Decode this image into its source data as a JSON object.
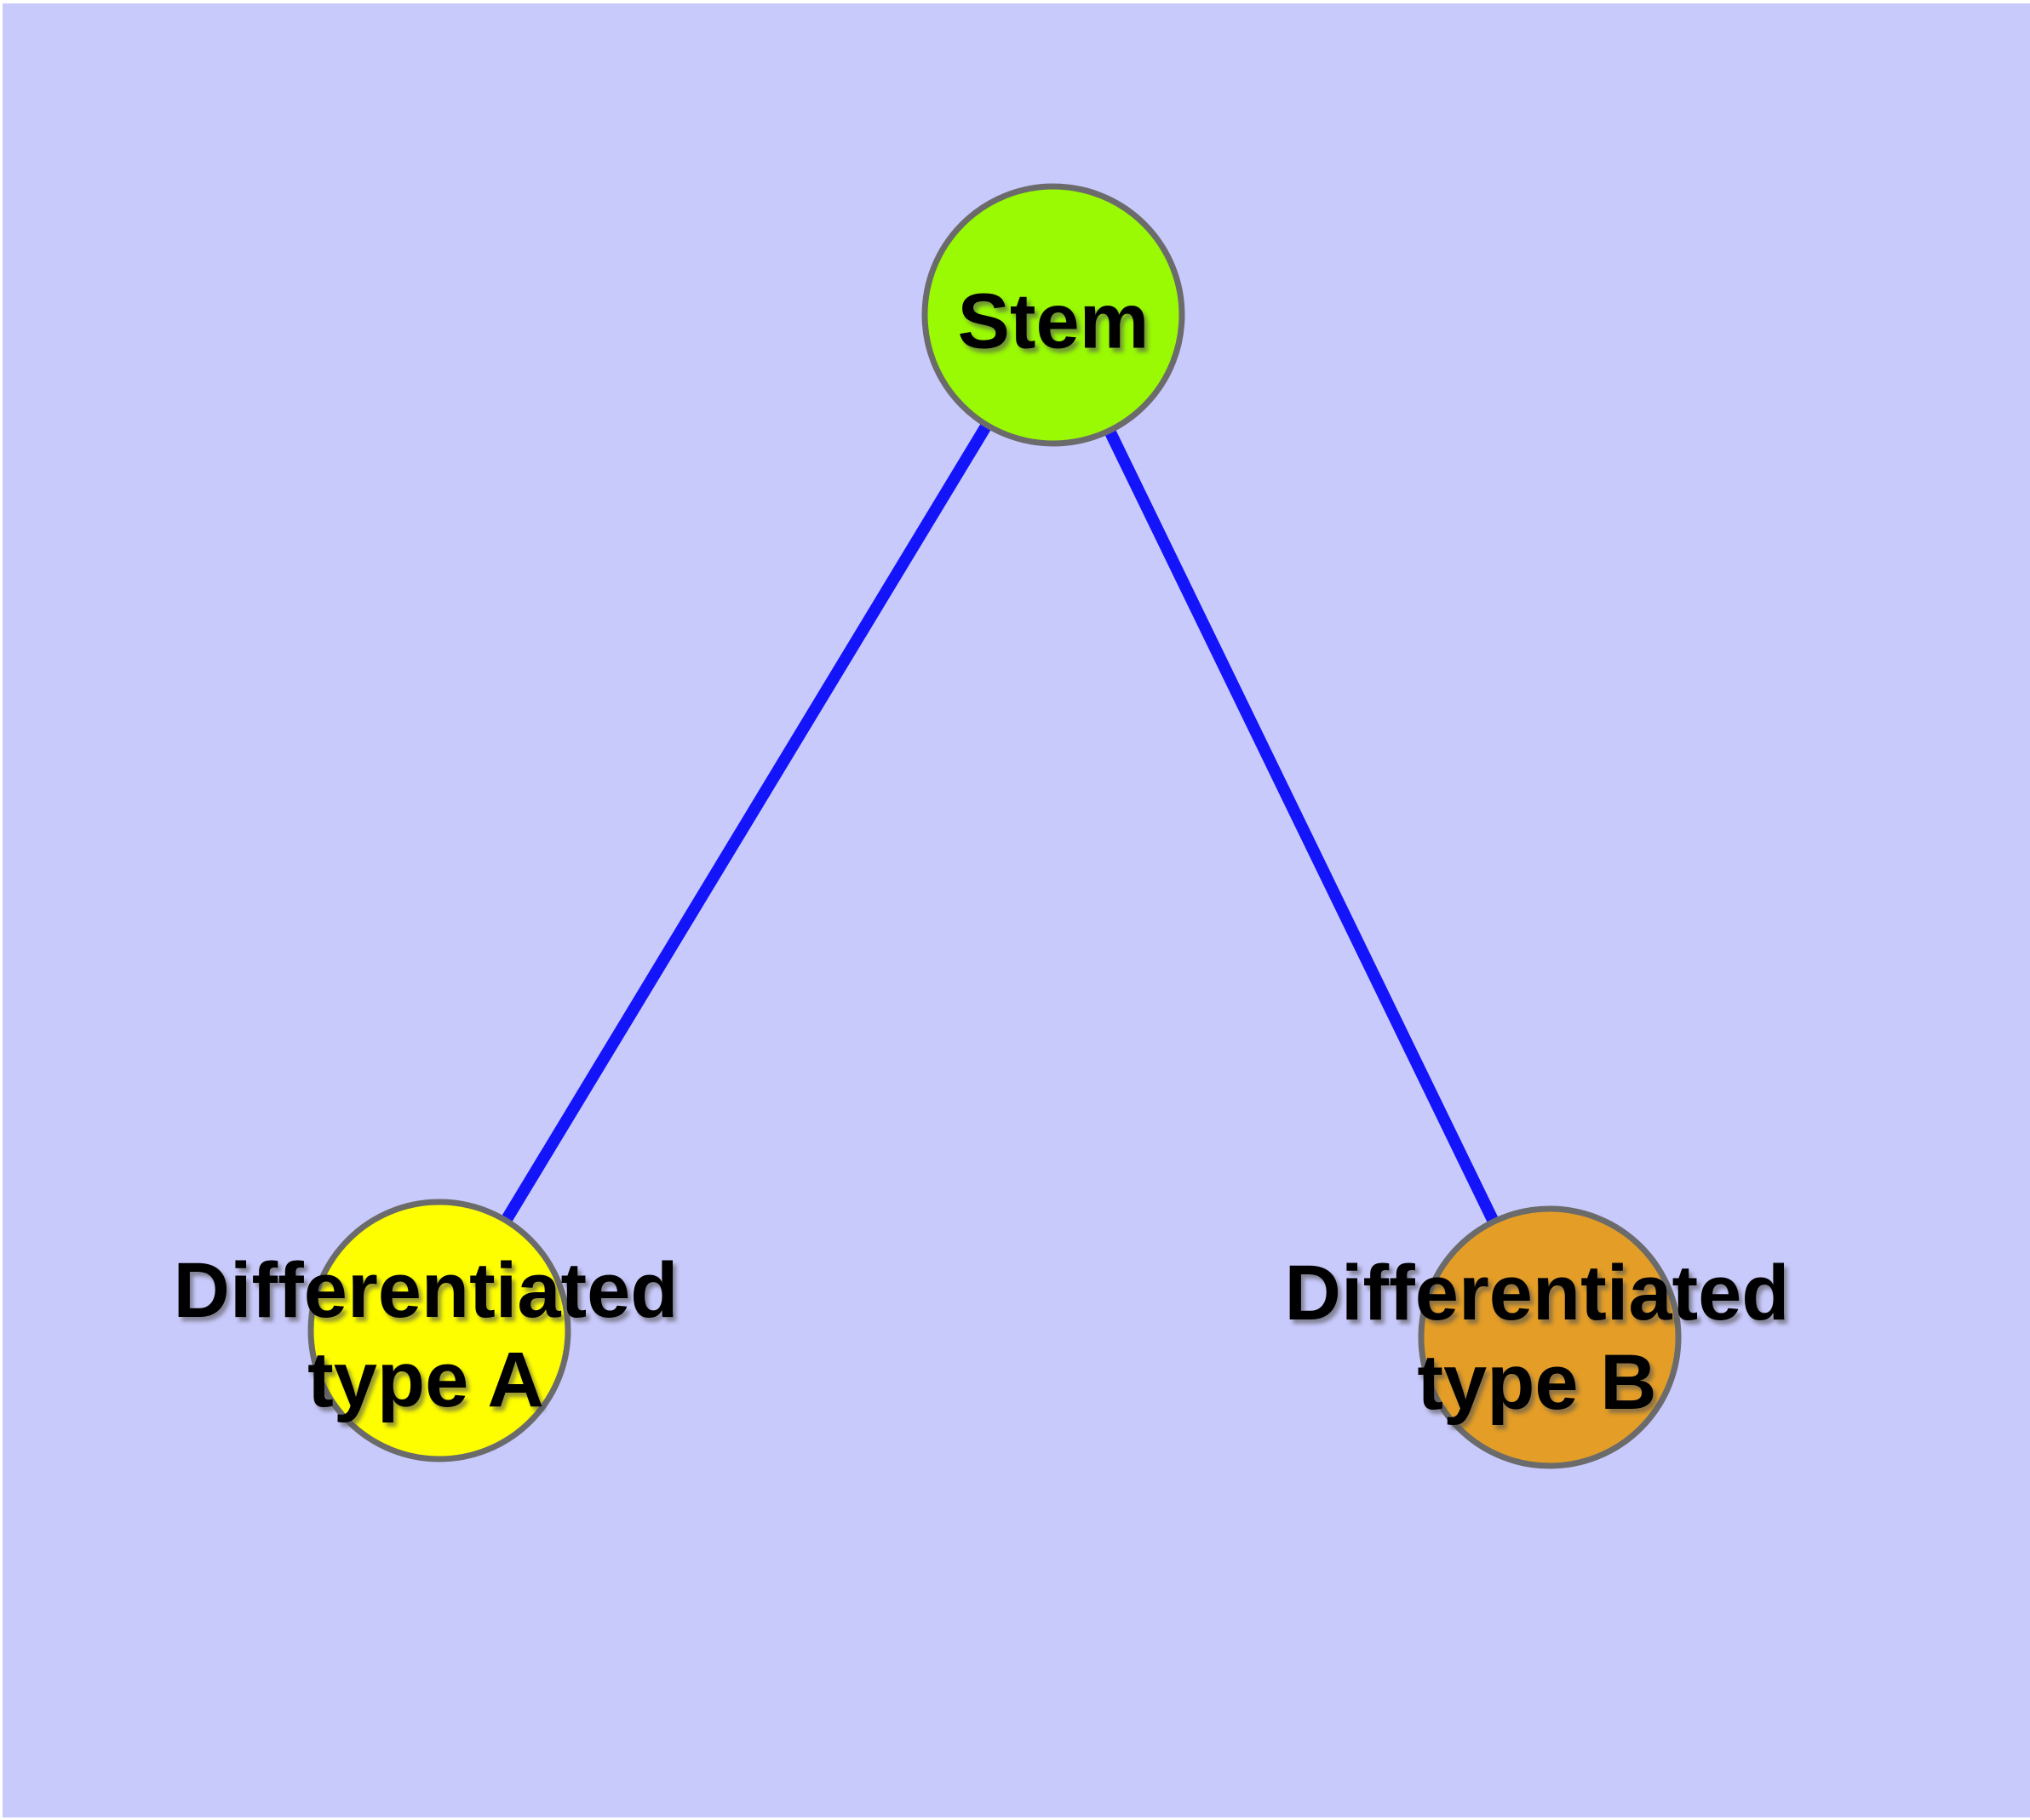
{
  "diagram": {
    "background_color": "#C9CAFC",
    "frame_color": "#FFFFFF",
    "edge_color": "#1414FA",
    "node_border_color": "#6B6B6B",
    "nodes": [
      {
        "id": "stem",
        "label": "Stem",
        "fill": "#99FA04"
      },
      {
        "id": "differentiated-type-a",
        "label": "Differentiated\ntype A",
        "fill": "#FEFE00"
      },
      {
        "id": "differentiated-type-b",
        "label": "Differentiated\ntype B",
        "fill": "#E49E27"
      }
    ],
    "edges": [
      {
        "from": "stem",
        "to": "differentiated-type-a"
      },
      {
        "from": "stem",
        "to": "differentiated-type-b"
      }
    ]
  }
}
